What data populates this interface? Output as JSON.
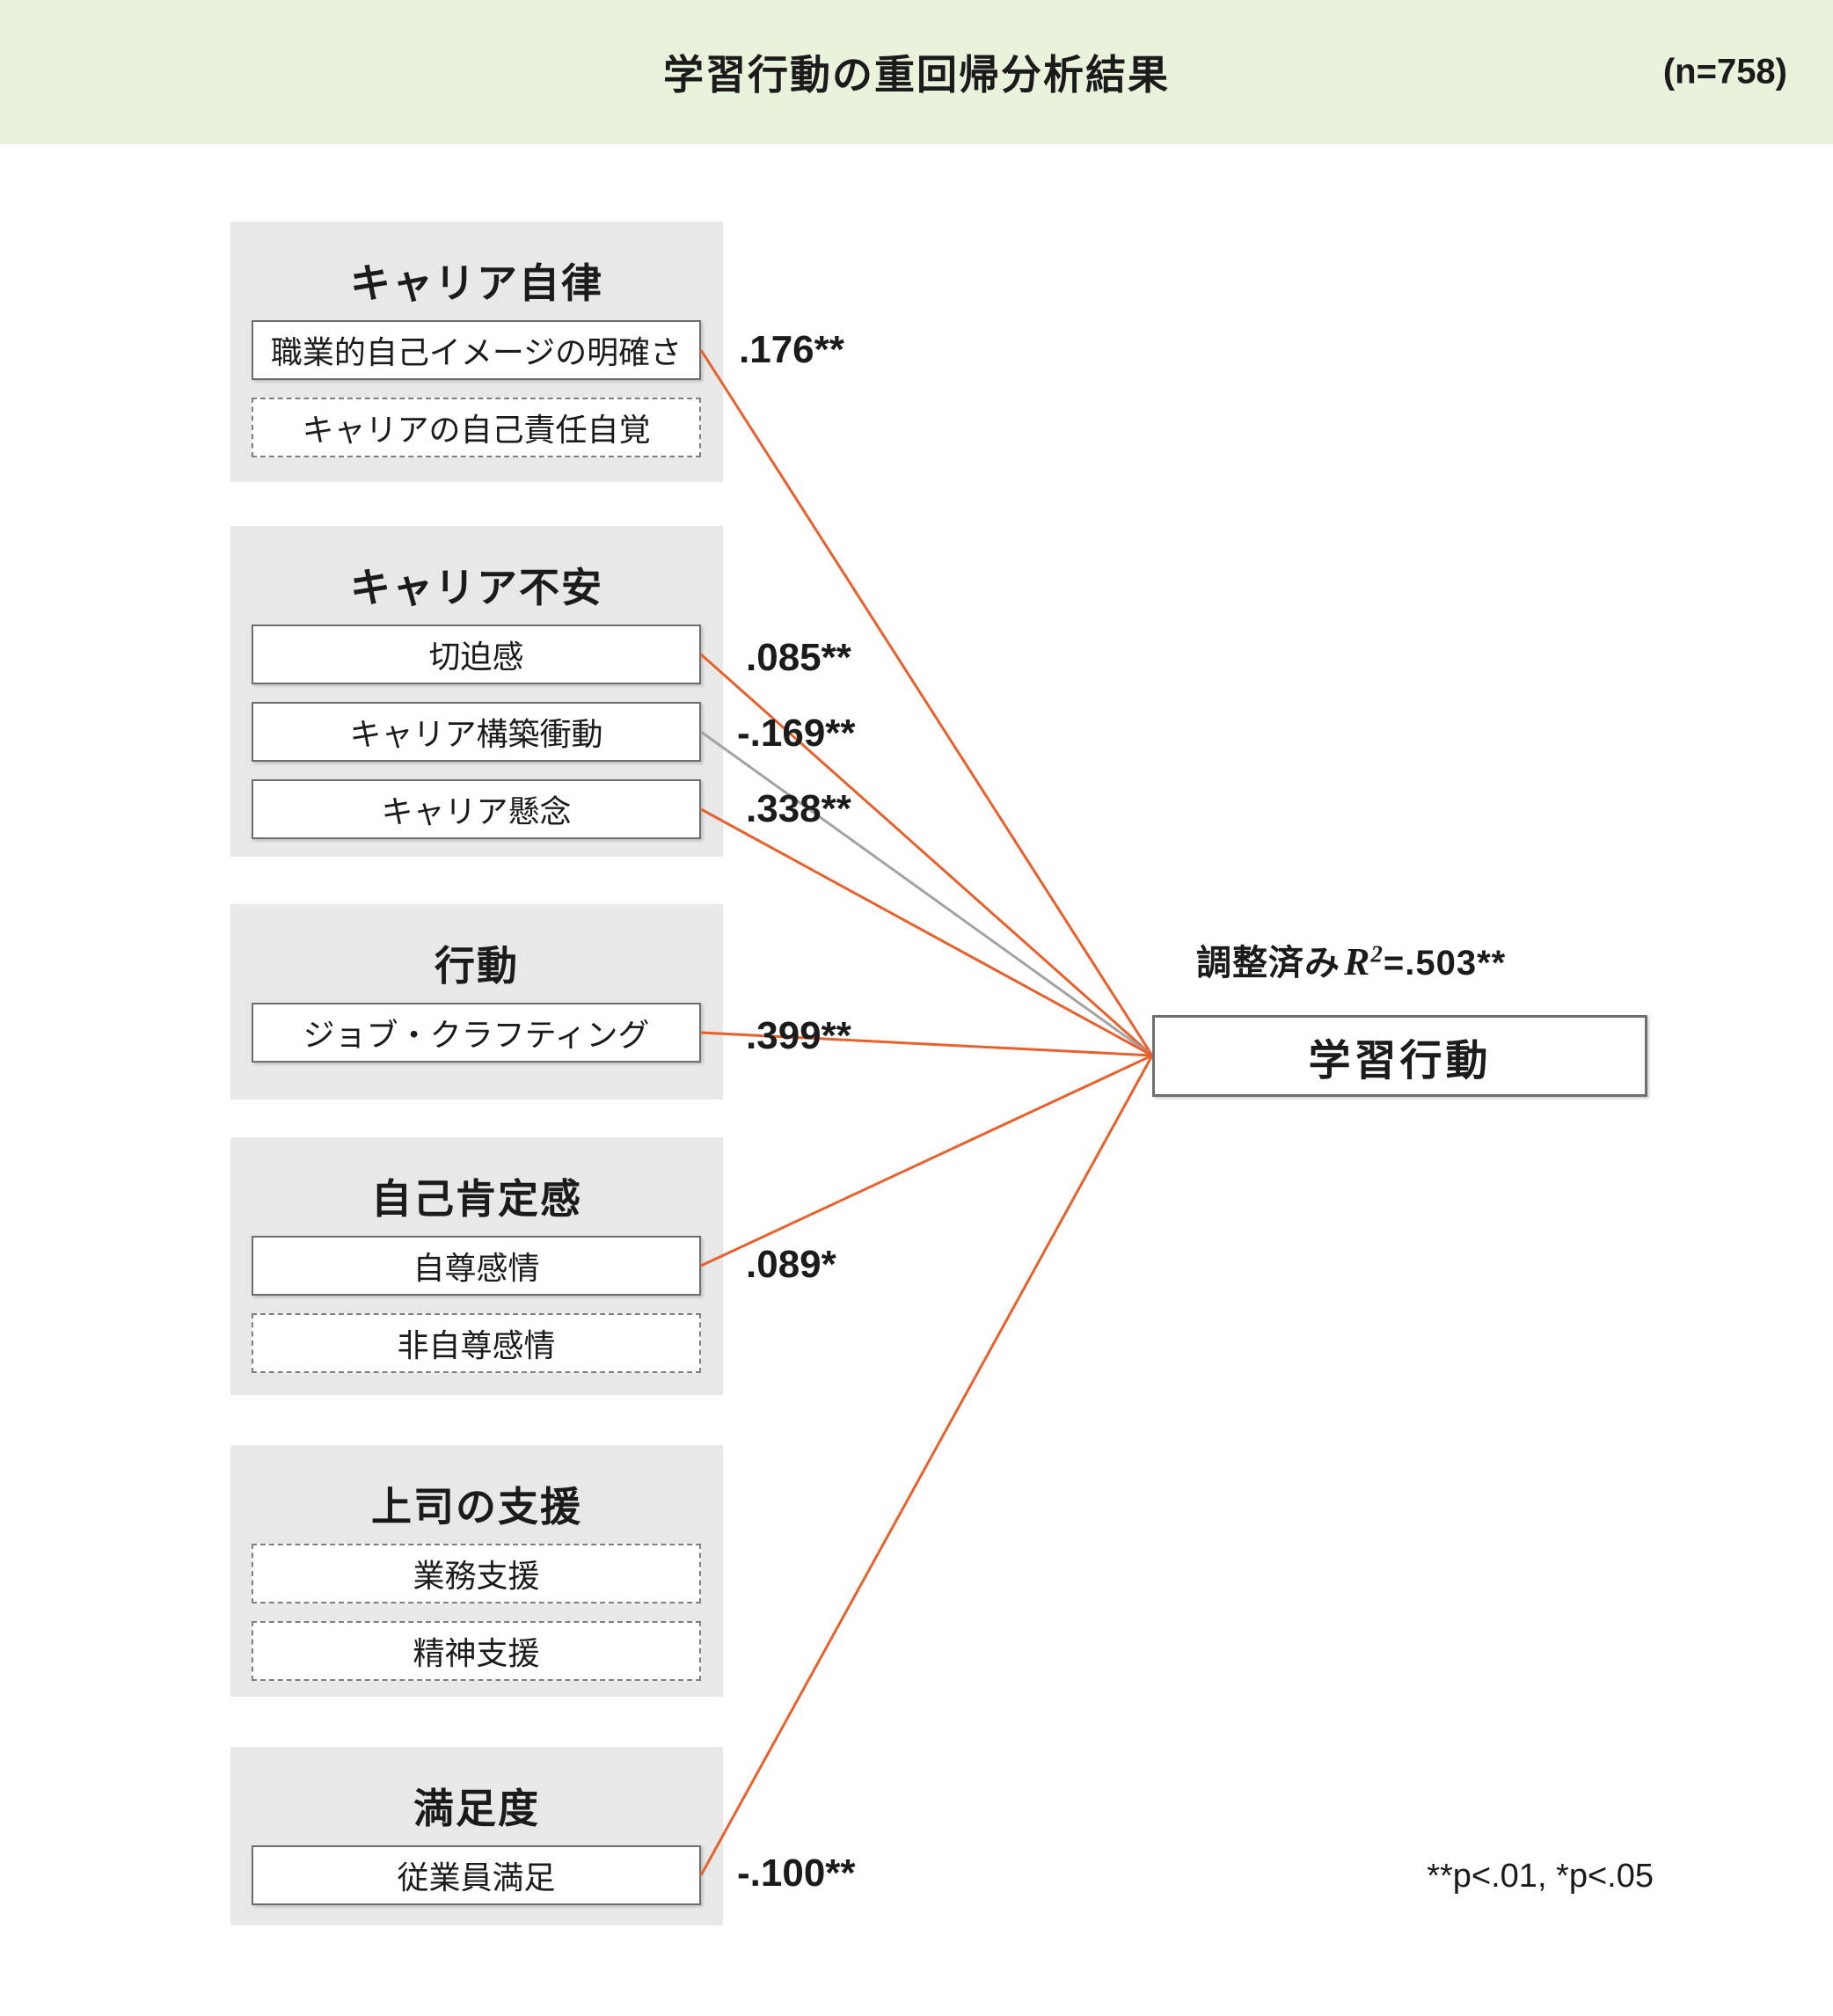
{
  "header": {
    "title": "学習行動の重回帰分析結果",
    "sample": "(n=758)",
    "bg_color": "#e9f2db"
  },
  "groups": [
    {
      "title": "キャリア自律",
      "items": [
        {
          "label": "職業的自己イメージの明確さ",
          "style": "solid"
        },
        {
          "label": "キャリアの自己責任自覚",
          "style": "dashed"
        }
      ]
    },
    {
      "title": "キャリア不安",
      "items": [
        {
          "label": "切迫感",
          "style": "solid"
        },
        {
          "label": "キャリア構築衝動",
          "style": "solid"
        },
        {
          "label": "キャリア懸念",
          "style": "solid"
        }
      ]
    },
    {
      "title": "行動",
      "items": [
        {
          "label": "ジョブ・クラフティング",
          "style": "solid"
        }
      ]
    },
    {
      "title": "自己肯定感",
      "items": [
        {
          "label": "自尊感情",
          "style": "solid"
        },
        {
          "label": "非自尊感情",
          "style": "dashed"
        }
      ]
    },
    {
      "title": "上司の支援",
      "items": [
        {
          "label": "業務支援",
          "style": "dashed"
        },
        {
          "label": "精神支援",
          "style": "dashed"
        }
      ]
    },
    {
      "title": "満足度",
      "items": [
        {
          "label": "従業員満足",
          "style": "solid"
        }
      ]
    }
  ],
  "paths": [
    {
      "from": "職業的自己イメージの明確さ",
      "coef": ".176**",
      "color": "orange"
    },
    {
      "from": "切迫感",
      "coef": ".085**",
      "color": "orange"
    },
    {
      "from": "キャリア構築衝動",
      "coef": "-.169**",
      "color": "gray"
    },
    {
      "from": "キャリア懸念",
      "coef": ".338**",
      "color": "orange"
    },
    {
      "from": "ジョブ・クラフティング",
      "coef": ".399**",
      "color": "orange"
    },
    {
      "from": "自尊感情",
      "coef": ".089*",
      "color": "orange"
    },
    {
      "from": "従業員満足",
      "coef": "-.100**",
      "color": "orange"
    }
  ],
  "outcome": {
    "label": "学習行動",
    "r2_prefix": "調整済み",
    "r2_var": "R",
    "r2_sup": "2",
    "r2_value": "=.503**"
  },
  "footnote": "**p<.01, *p<.05",
  "colors": {
    "line_orange": "#e8612c",
    "line_gray": "#a3a3a3",
    "group_bg": "#e8e8e8"
  }
}
